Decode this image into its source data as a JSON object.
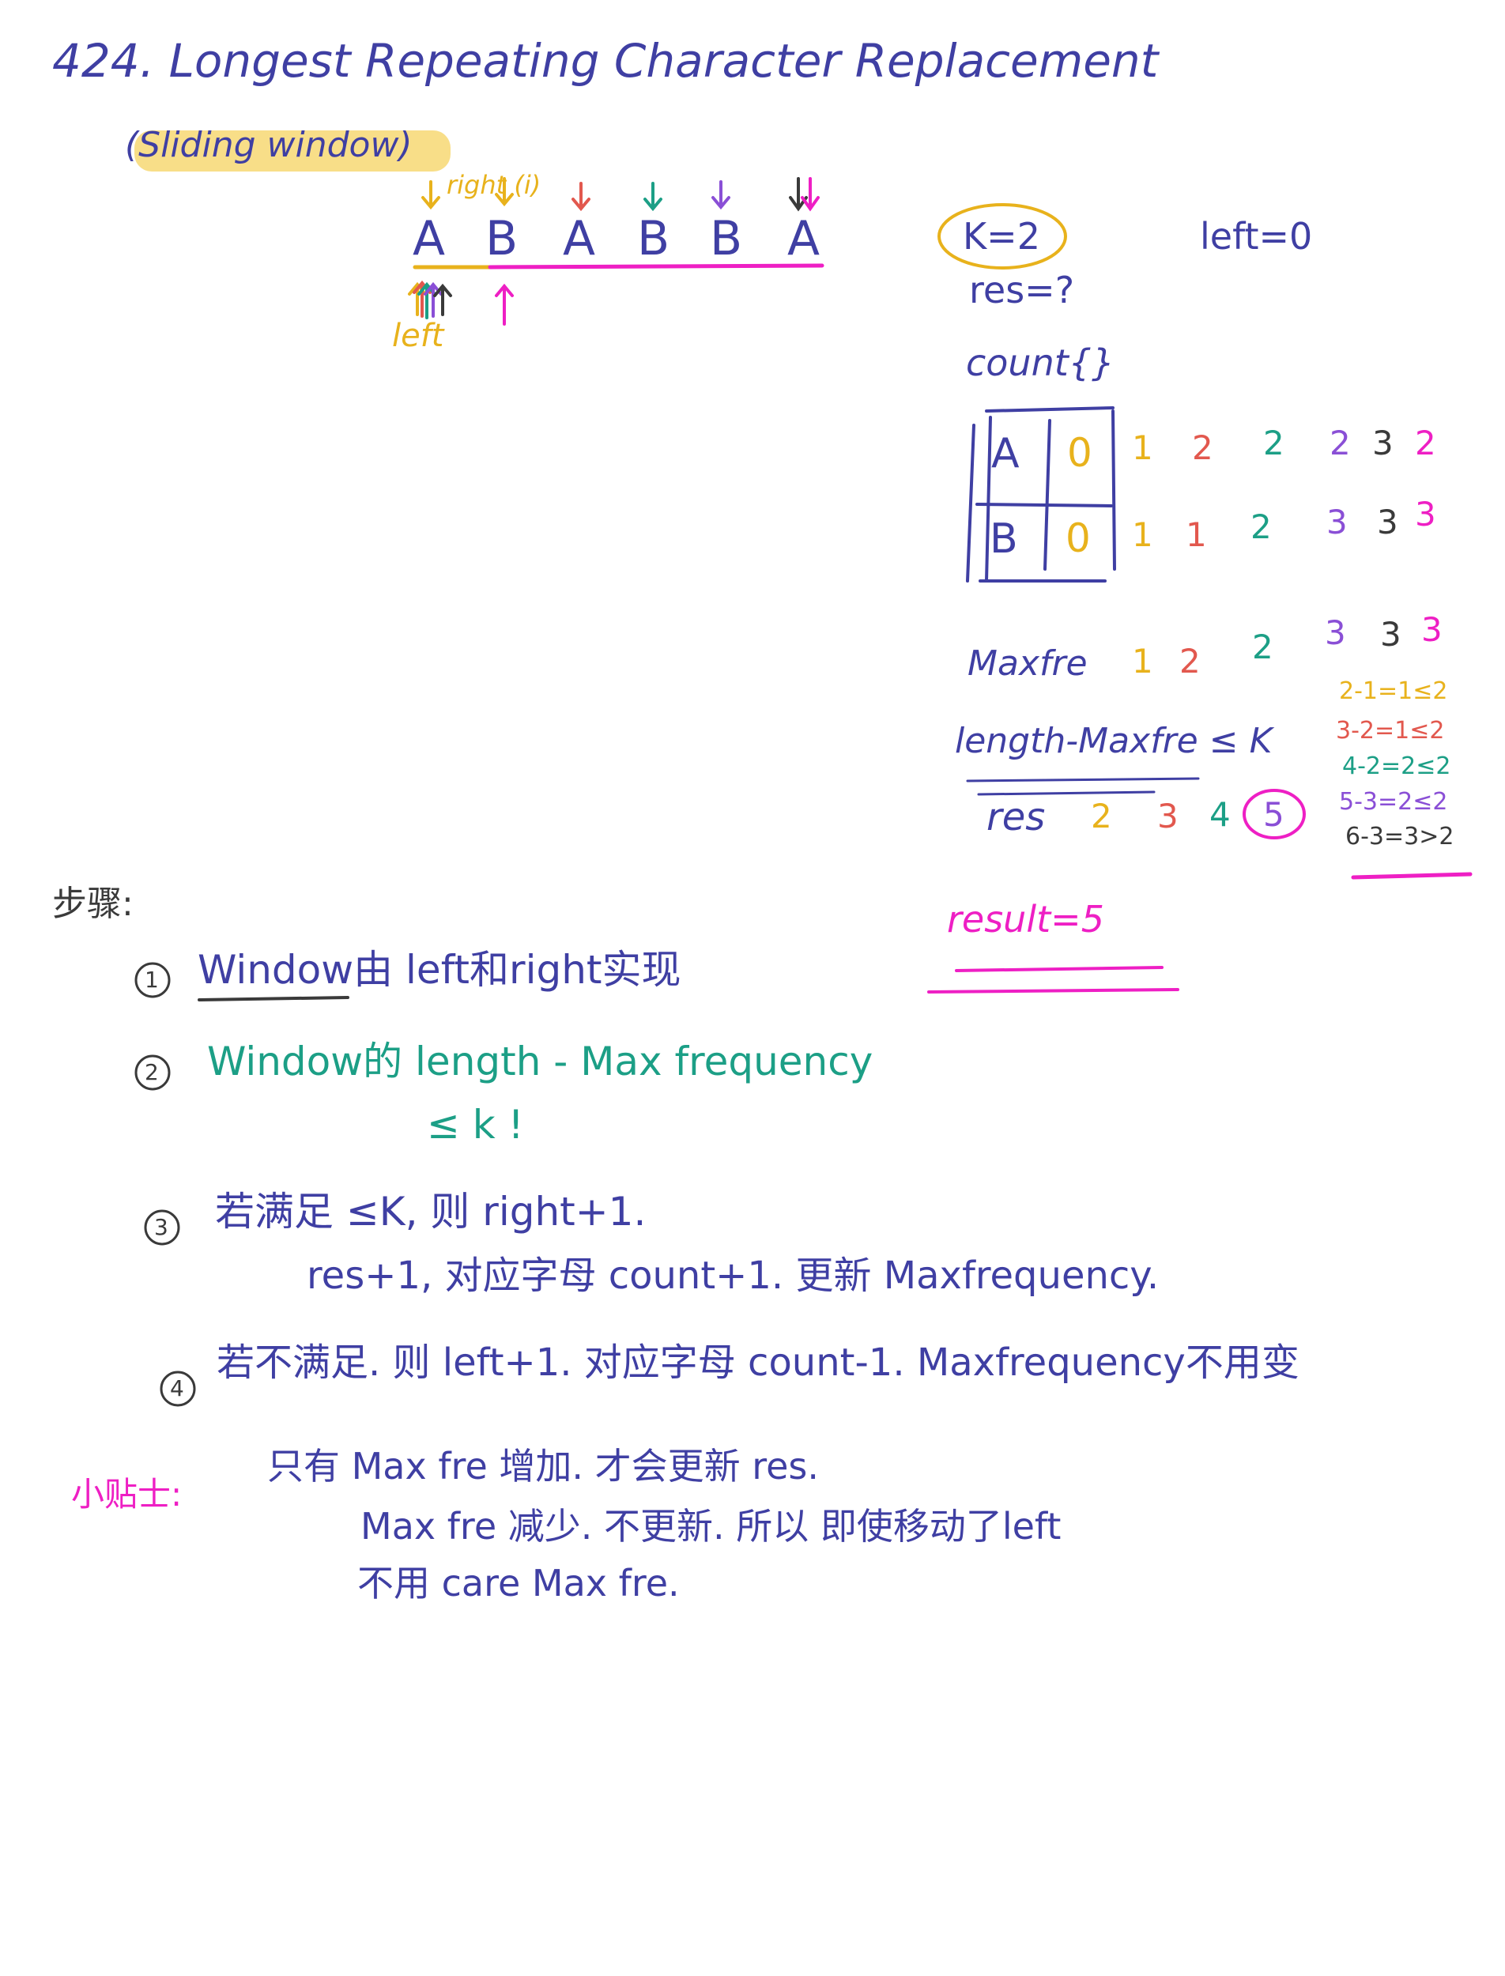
{
  "title": "424. Longest Repeating Character Replacement",
  "subtitle": "(Sliding window)",
  "diagram": {
    "right_label": "right (i)",
    "left_label": "left",
    "letters": [
      "A",
      "B",
      "A",
      "B",
      "B",
      "A"
    ]
  },
  "params": {
    "k": "K=2",
    "left": "left=0",
    "res": "res=?",
    "count": "count{}"
  },
  "count_table": {
    "rows": [
      {
        "letter": "A",
        "init": "0",
        "values": [
          "1",
          "2",
          "2",
          "2",
          "3",
          "2"
        ]
      },
      {
        "letter": "B",
        "init": "0",
        "values": [
          "1",
          "1",
          "2",
          "3",
          "3",
          "3"
        ]
      }
    ]
  },
  "maxfre": {
    "label": "Maxfre",
    "values": [
      "1",
      "2",
      "2",
      "3",
      "3",
      "3"
    ]
  },
  "condition": {
    "label": "length-Maxfre ≤ K",
    "checks": [
      "2-1=1≤2",
      "3-2=1≤2",
      "4-2=2≤2",
      "5-3=2≤2",
      "6-3=3>2"
    ]
  },
  "res_row": {
    "label": "res",
    "values": [
      "2",
      "3",
      "4",
      "5"
    ]
  },
  "result": "result=5",
  "steps": {
    "heading": "步骤:",
    "items": [
      {
        "num": "1",
        "text": "Window由 left和right实现"
      },
      {
        "num": "2",
        "text": "Window的 length - Max frequency",
        "text2": "≤ k !"
      },
      {
        "num": "3",
        "text": "若满足 ≤K, 则 right+1.",
        "text2": "res+1, 对应字母 count+1. 更新 Maxfrequency."
      },
      {
        "num": "4",
        "text": "若不满足. 则 left+1. 对应字母 count-1.  Maxfrequency不用变"
      }
    ]
  },
  "tips": {
    "label": "小贴士:",
    "lines": [
      "只有 Max fre 增加. 才会更新 res.",
      "Max fre 减少. 不更新. 所以 即使移动了left",
      "不用 care Max fre."
    ]
  },
  "colors": {
    "navy": "#3f3fa3",
    "gold": "#e8b21c",
    "highlight": "#f7d873",
    "red": "#e2584e",
    "teal": "#1c9f86",
    "purple": "#8a4fd6",
    "magenta": "#ee1fc4"
  }
}
